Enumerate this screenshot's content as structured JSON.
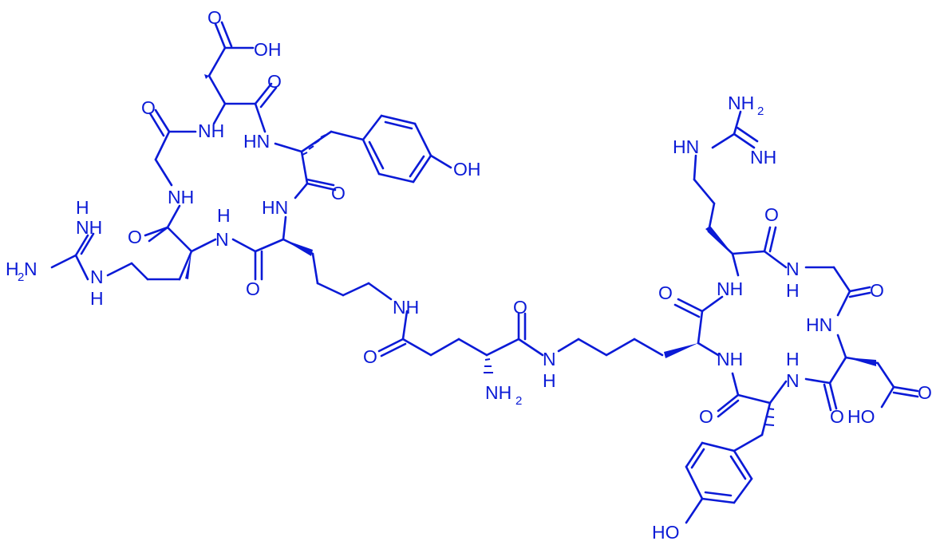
{
  "colors": {
    "ink": "#0a1ad6",
    "background": "#ffffff"
  },
  "atom_labels": {
    "oh": "OH",
    "ho": "HO",
    "o": "O",
    "nh": "NH",
    "hn": "HN",
    "n": "N",
    "h": "H",
    "nh2": "NH",
    "h2n": "H",
    "two": "2"
  }
}
